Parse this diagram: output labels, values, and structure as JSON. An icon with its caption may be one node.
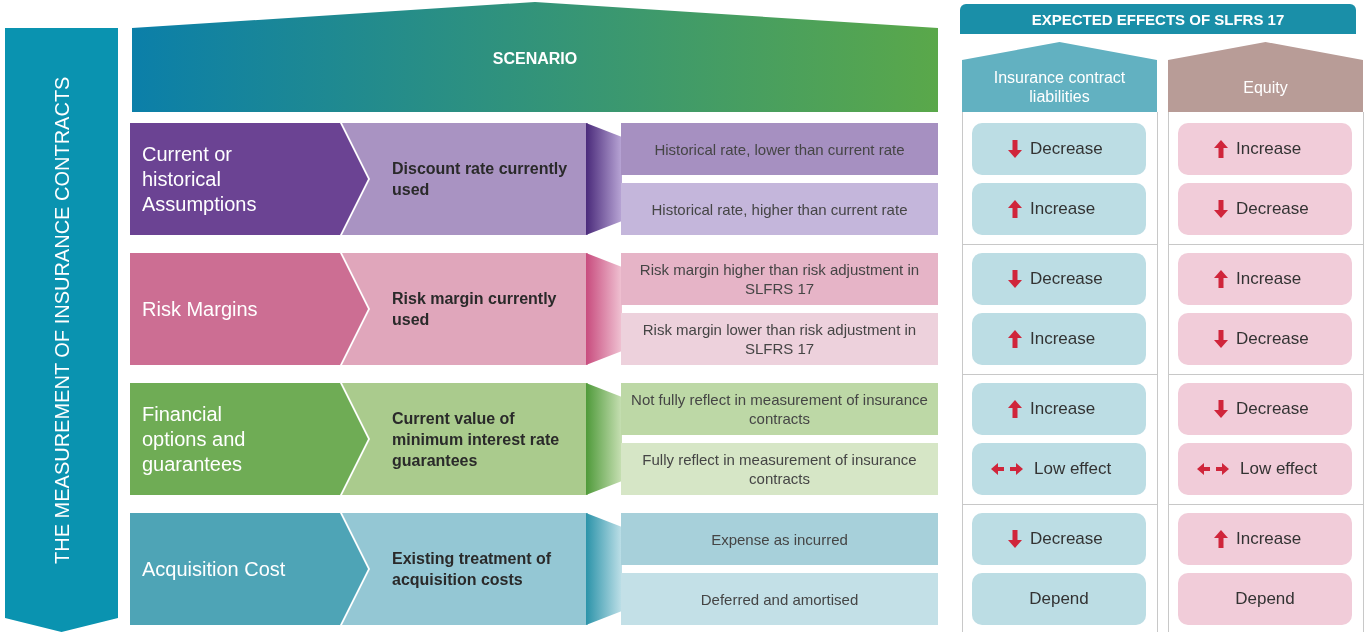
{
  "diagram": {
    "nodes": [
      {
        "text": [
          "THE MEASUREMENT OF INSURANCE CONTRACTS"
        ]
      },
      {
        "text": [
          "SCENARIO"
        ]
      },
      {
        "text": [
          "EXPECTED EFFECTS OF SLFRS 17"
        ]
      },
      {
        "text": [
          "Insurance contract liabilities"
        ]
      },
      {
        "text": [
          "Equity"
        ]
      },
      {
        "text": [
          "Current or historical Assumptions"
        ]
      },
      {
        "text": [
          "Discount rate currently used"
        ]
      },
      {
        "text": [
          "Historical rate, lower than current rate"
        ]
      },
      {
        "text": [
          "Decrease"
        ]
      },
      {
        "text": [
          "Increase"
        ]
      },
      {
        "text": [
          "Historical rate, higher than current rate"
        ]
      },
      {
        "text": [
          "Increase"
        ]
      },
      {
        "text": [
          "Decrease"
        ]
      },
      {
        "text": [
          "Risk Margins"
        ]
      },
      {
        "text": [
          "Risk margin currently used"
        ]
      },
      {
        "text": [
          "Risk margin higher than risk adjustment in SLFRS 17"
        ]
      },
      {
        "text": [
          "Decrease"
        ]
      },
      {
        "text": [
          "Increase"
        ]
      },
      {
        "text": [
          "Risk margin lower than risk adjustment in SLFRS 17"
        ]
      },
      {
        "text": [
          "Increase"
        ]
      },
      {
        "text": [
          "Decrease"
        ]
      },
      {
        "text": [
          "Financial options and guarantees"
        ]
      },
      {
        "text": [
          "Current value of minimum interest rate guarantees"
        ]
      },
      {
        "text": [
          "Not fully reflect in measurement of insurance contracts"
        ]
      },
      {
        "text": [
          "Increase"
        ]
      },
      {
        "text": [
          "Decrease"
        ]
      },
      {
        "text": [
          "Fully reflect in measurement of insurance contracts"
        ]
      },
      {
        "text": [
          "Low effect"
        ]
      },
      {
        "text": [
          "Low effect"
        ]
      },
      {
        "text": [
          "Acquisition Cost"
        ]
      },
      {
        "text": [
          "Existing treatment of acquisition costs"
        ]
      },
      {
        "text": [
          "Expense as incurred"
        ]
      },
      {
        "text": [
          "Decrease"
        ]
      },
      {
        "text": [
          "Increase"
        ]
      },
      {
        "text": [
          "Deferred and amortised"
        ]
      },
      {
        "text": [
          "Depend"
        ]
      },
      {
        "text": [
          "Depend"
        ]
      }
    ]
  }
}
